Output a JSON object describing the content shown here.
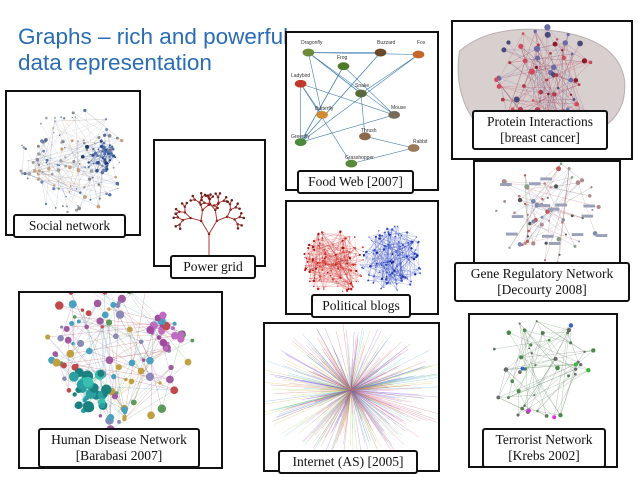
{
  "slide": {
    "title_line1": "Graphs – rich and powerful",
    "title_line2": "data representation"
  },
  "panels": {
    "social": {
      "caption": "Social network"
    },
    "power": {
      "caption": "Power grid"
    },
    "food": {
      "caption": "Food Web [2007]",
      "labels": [
        "Dragonfly",
        "Frog",
        "Buzzard",
        "Fox",
        "Ladybird",
        "Snake",
        "Butterfly",
        "Mouse",
        "Thrush",
        "Greenfly",
        "Grasshopper",
        "Rabbit"
      ]
    },
    "protein": {
      "caption_line1": "Protein Interactions",
      "caption_line2": "[breast cancer]"
    },
    "gene": {
      "caption_line1": "Gene Regulatory Network",
      "caption_line2": "[Decourty 2008]"
    },
    "political": {
      "caption": "Political blogs"
    },
    "disease": {
      "caption_line1": "Human Disease Network",
      "caption_line2": "[Barabasi 2007]"
    },
    "internet": {
      "caption": "Internet (AS) [2005]"
    },
    "terrorist": {
      "caption_line1": "Terrorist Network",
      "caption_line2": "[Krebs 2002]"
    }
  },
  "colors": {
    "title": "#2a6cb5",
    "frame": "#111111",
    "political_left": "#d42020",
    "political_right": "#2a3fc4"
  }
}
